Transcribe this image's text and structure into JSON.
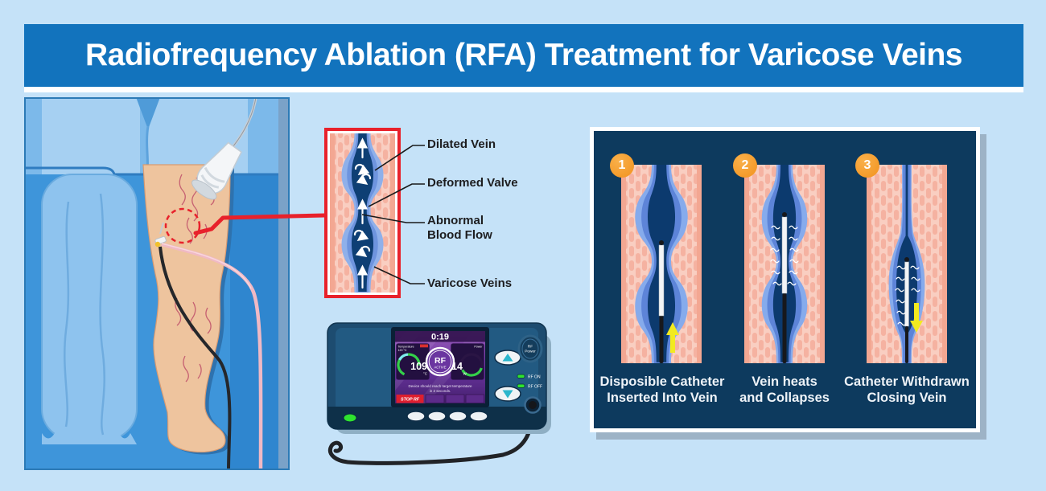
{
  "title": "Radiofrequency Ablation (RFA) Treatment for Varicose Veins",
  "magnifier": {
    "label_dilated": "Dilated Vein",
    "label_valve": "Deformed Valve",
    "label_abnormal_line1": "Abnormal",
    "label_abnormal_line2": "Blood Flow",
    "label_varicose": "Varicose Veins"
  },
  "device": {
    "timer": "0:19",
    "temp_label": "Temperature",
    "temp_limit": "120 °C",
    "temp_value": "109",
    "temp_unit": "°C",
    "rf_line1": "RF",
    "rf_line2": "ACTIVE",
    "power_label": "Power",
    "power_value": "14",
    "power_unit": "W",
    "message_line1": "Device should reach target temperature",
    "message_line2": "in 2 seconds.",
    "stop_button": "STOP RF",
    "power_button_line1": "RF",
    "power_button_line2": "Power",
    "led_on": "RF ON",
    "led_off": "RF OFF"
  },
  "steps": [
    {
      "number": "1",
      "caption_line1": "Disposible Catheter",
      "caption_line2": "Inserted Into Vein"
    },
    {
      "number": "2",
      "caption_line1": "Vein heats",
      "caption_line2": "and Collapses"
    },
    {
      "number": "3",
      "caption_line1": "Catheter Withdrawn",
      "caption_line2": "Closing Vein"
    }
  ],
  "colors": {
    "background": "#c5e2f8",
    "banner_blue": "#1273bd",
    "accent_red": "#e8212b",
    "accent_orange": "#f2921d",
    "panel_navy": "#0d3a5e",
    "skin": "#eec49e",
    "vein_blue": "#86abec",
    "screen_purple": "#6a34a0",
    "gauge_green": "#34cf4a",
    "arrow_yellow": "#f2ea1f"
  }
}
